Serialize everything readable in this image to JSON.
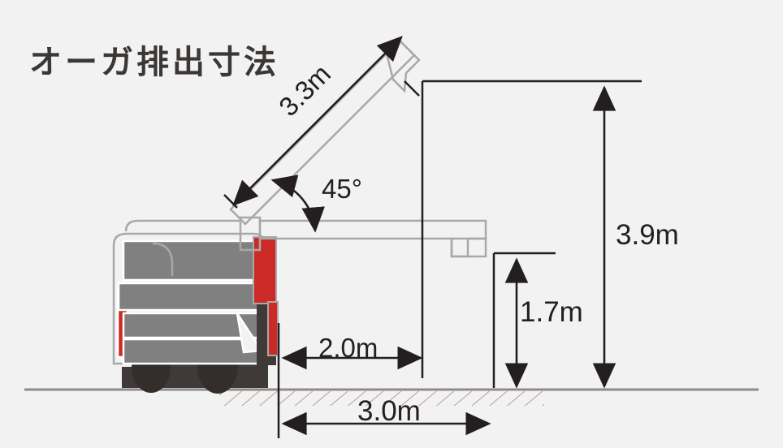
{
  "diagram": {
    "title": "オーガ排出寸法",
    "background_color": "#f2f2f2",
    "line_color": "#231f20",
    "machine_colors": {
      "body_gray": "#808080",
      "accent_red": "#cc2a27",
      "chassis_dark": "#3f3a38",
      "wheel_dark": "#332e2b",
      "outline_light": "#a8a8a8",
      "outline_white": "#ffffff",
      "ground_line": "#8c8c8c",
      "hatch": "#c49a86"
    },
    "labels": {
      "arm_length": "3.3m",
      "arm_angle": "45°",
      "total_height": "3.9m",
      "spout_height": "1.7m",
      "spout_reach": "2.0m",
      "total_reach": "3.0m"
    }
  },
  "chart_data": {
    "type": "diagram",
    "title": "オーガ排出寸法",
    "subject": "combine-harvester-auger-discharge-dimensions",
    "measurements": [
      {
        "name": "arm_length",
        "label": "3.3m",
        "value": 3.3,
        "unit": "m",
        "orientation": "diagonal-45"
      },
      {
        "name": "arm_angle",
        "label": "45°",
        "value": 45,
        "unit": "deg",
        "orientation": "arc"
      },
      {
        "name": "total_height",
        "label": "3.9m",
        "value": 3.9,
        "unit": "m",
        "orientation": "vertical"
      },
      {
        "name": "spout_height",
        "label": "1.7m",
        "value": 1.7,
        "unit": "m",
        "orientation": "vertical"
      },
      {
        "name": "spout_reach",
        "label": "2.0m",
        "value": 2.0,
        "unit": "m",
        "orientation": "horizontal"
      },
      {
        "name": "total_reach",
        "label": "3.0m",
        "value": 3.0,
        "unit": "m",
        "orientation": "horizontal"
      }
    ]
  }
}
